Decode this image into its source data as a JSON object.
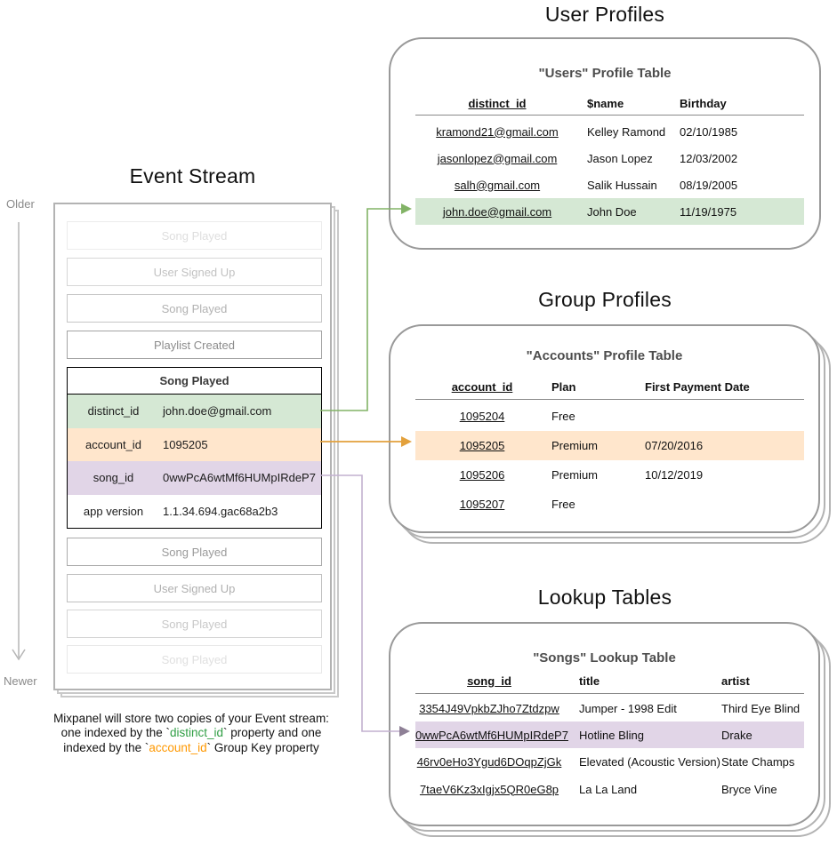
{
  "titles": {
    "event_stream": "Event Stream",
    "user_profiles": "User Profiles",
    "group_profiles": "Group Profiles",
    "lookup_tables": "Lookup Tables"
  },
  "timeline": {
    "older": "Older",
    "newer": "Newer"
  },
  "event_stream": {
    "events_before": [
      "Song Played",
      "User Signed Up",
      "Song Played",
      "Playlist Created"
    ],
    "expanded_event": {
      "title": "Song Played",
      "properties": [
        {
          "key": "distinct_id",
          "value": "john.doe@gmail.com",
          "highlight": "green"
        },
        {
          "key": "account_id",
          "value": "1095205",
          "highlight": "orange"
        },
        {
          "key": "song_id",
          "value": "0wwPcA6wtMf6HUMpIRdeP7",
          "highlight": "purple"
        },
        {
          "key": "app version",
          "value": "1.1.34.694.gac68a2b3",
          "highlight": "none"
        }
      ]
    },
    "events_after": [
      "Song Played",
      "User Signed Up",
      "Song Played",
      "Song Played"
    ]
  },
  "user_profiles": {
    "card_title": "\"Users\" Profile Table",
    "columns": [
      "distinct_id",
      "$name",
      "Birthday"
    ],
    "rows": [
      [
        "kramond21@gmail.com",
        "Kelley Ramond",
        "02/10/1985"
      ],
      [
        "jasonlopez@gmail.com",
        "Jason Lopez",
        "12/03/2002"
      ],
      [
        "salh@gmail.com",
        "Salik Hussain",
        "08/19/2005"
      ],
      [
        "john.doe@gmail.com",
        "John Doe",
        "11/19/1975"
      ]
    ],
    "highlighted_row": 3
  },
  "group_profiles": {
    "card_title": "\"Accounts\" Profile Table",
    "columns": [
      "account_id",
      "Plan",
      "First Payment Date"
    ],
    "rows": [
      [
        "1095204",
        "Free",
        ""
      ],
      [
        "1095205",
        "Premium",
        "07/20/2016"
      ],
      [
        "1095206",
        "Premium",
        "10/12/2019"
      ],
      [
        "1095207",
        "Free",
        ""
      ]
    ],
    "highlighted_row": 1
  },
  "lookup_tables": {
    "card_title": "\"Songs\" Lookup Table",
    "columns": [
      "song_id",
      "title",
      "artist"
    ],
    "rows": [
      [
        "3354J49VpkbZJho7Ztdzpw",
        "Jumper - 1998 Edit",
        "Third Eye Blind"
      ],
      [
        "0wwPcA6wtMf6HUMpIRdeP7",
        "Hotline Bling",
        "Drake"
      ],
      [
        "46rv0eHo3Ygud6DOqpZjGk",
        "Elevated (Acoustic Version)",
        "State Champs"
      ],
      [
        "7taeV6Kz3xIgjx5QR0eG8p",
        "La La Land",
        "Bryce Vine"
      ]
    ],
    "highlighted_row": 1
  },
  "caption": {
    "line1": "Mixpanel will store two copies of your Event stream:",
    "line2_pre": "one indexed by the `",
    "line2_code": "distinct_id",
    "line2_post": "` property and one",
    "line3_pre": "indexed by the `",
    "line3_code": "account_id",
    "line3_post": "` Group Key property"
  },
  "colors": {
    "event_green": "#d5e8d4",
    "event_orange": "#ffe6cc",
    "event_purple": "#e1d5e7",
    "arrow_green": "#82b366",
    "arrow_orange": "#e3a13c",
    "arrow_purple_line": "#c2b1cf",
    "arrow_purple_head": "#8e8096",
    "caption_code_green": "#2f9e44",
    "caption_code_orange": "#ff9800"
  }
}
